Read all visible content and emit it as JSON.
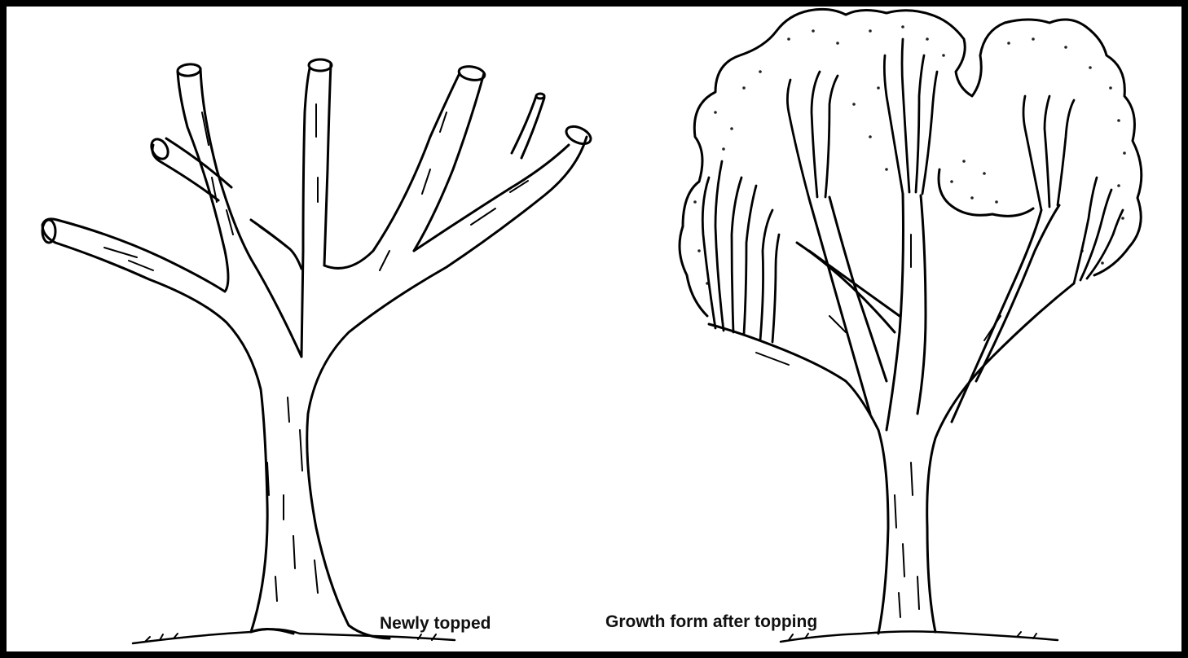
{
  "figure": {
    "colors": {
      "ink": "#000000",
      "background": "#ffffff",
      "foliage_stipple": "#222222"
    },
    "panels": [
      {
        "id": "left",
        "caption": "Newly topped",
        "icon": "topped-tree-illustration"
      },
      {
        "id": "right",
        "caption": "Growth form after topping",
        "icon": "regrowth-tree-illustration"
      }
    ]
  }
}
